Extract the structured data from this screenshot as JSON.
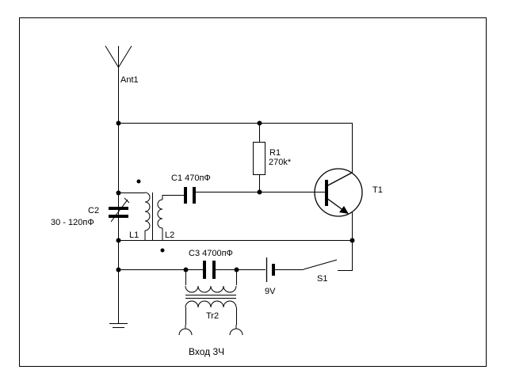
{
  "schematic": {
    "labels": {
      "ant1": "Ant1",
      "r1_name": "R1",
      "r1_value": "270k*",
      "c1": "C1 470пФ",
      "t1": "T1",
      "c2_name": "C2",
      "c2_value": "30 - 120пФ",
      "l1": "L1",
      "l2": "L2",
      "c3": "C3 4700пФ",
      "s1": "S1",
      "battery": "9V",
      "tr2": "Tr2",
      "input": "Вход 3Ч"
    }
  }
}
